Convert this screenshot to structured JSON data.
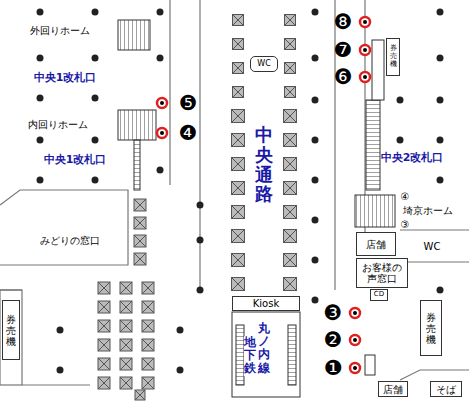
{
  "diagram": {
    "nodes": [
      {
        "text": [
          "みどりの窓口"
        ]
      },
      {
        "text": [
          "券売機"
        ]
      },
      {
        "text": [
          "券売機"
        ]
      },
      {
        "text": [
          "店舗"
        ]
      },
      {
        "text": [
          "お客様の声窓口"
        ]
      },
      {
        "text": [
          "CD"
        ]
      },
      {
        "text": [
          "券売機"
        ]
      },
      {
        "text": [
          "Kiosk"
        ]
      },
      {
        "text": [
          "店舗"
        ]
      },
      {
        "text": [
          "そば"
        ]
      },
      {
        "text": [
          "WC"
        ]
      }
    ],
    "labels": [
      "外回りホーム",
      "中央1改札口",
      "内回りホーム",
      "中央1改札口",
      "中央通路",
      "中央2改札口",
      "埼京ホーム",
      "④",
      "③",
      "WC",
      "丸ノ内線",
      "地下鉄",
      "❽",
      "❼",
      "❻",
      "❺",
      "❹",
      "❸",
      "❷",
      "❶"
    ]
  }
}
